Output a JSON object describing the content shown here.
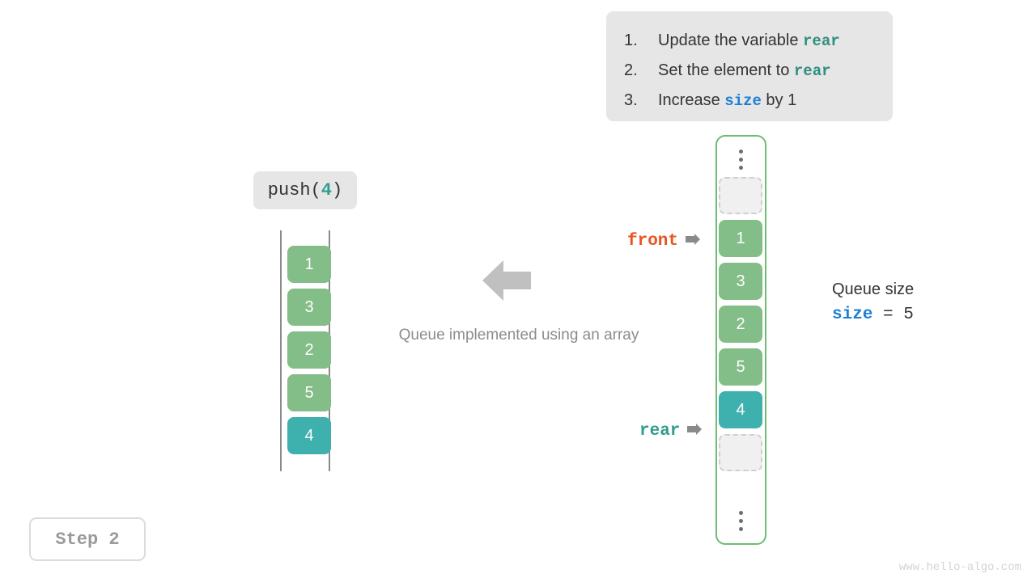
{
  "instructions": {
    "items": [
      {
        "num": "1.",
        "pre": "Update the variable ",
        "code": "rear",
        "code_style": "teal",
        "post": ""
      },
      {
        "num": "2.",
        "pre": "Set the element to ",
        "code": "rear",
        "code_style": "teal",
        "post": ""
      },
      {
        "num": "3.",
        "pre": "Increase ",
        "code": "size",
        "code_style": "blue",
        "post": " by 1"
      }
    ]
  },
  "operation": {
    "name": "push(",
    "arg": "4",
    "close": ")"
  },
  "left_array": {
    "cells": [
      {
        "value": "1",
        "style": "green"
      },
      {
        "value": "3",
        "style": "green"
      },
      {
        "value": "2",
        "style": "green"
      },
      {
        "value": "5",
        "style": "green"
      },
      {
        "value": "4",
        "style": "teal"
      }
    ]
  },
  "caption": "Queue implemented using an array",
  "queue": {
    "slots": [
      {
        "value": "",
        "style": "empty"
      },
      {
        "value": "1",
        "style": "green"
      },
      {
        "value": "3",
        "style": "green"
      },
      {
        "value": "2",
        "style": "green"
      },
      {
        "value": "5",
        "style": "green"
      },
      {
        "value": "4",
        "style": "teal"
      },
      {
        "value": "",
        "style": "empty"
      }
    ]
  },
  "pointers": {
    "front": "front",
    "rear": "rear"
  },
  "size_info": {
    "title": "Queue size",
    "var": "size",
    "operator": " = ",
    "value": "5"
  },
  "step": "Step 2",
  "watermark": "www.hello-algo.com",
  "colors": {
    "green": "#83bd87",
    "teal": "#3eb0ae",
    "front": "#e8551f",
    "rear": "#2f9e8f",
    "blue": "#1f7fd4",
    "panel_bg": "#e6e6e6",
    "queue_border": "#6fbd72"
  }
}
